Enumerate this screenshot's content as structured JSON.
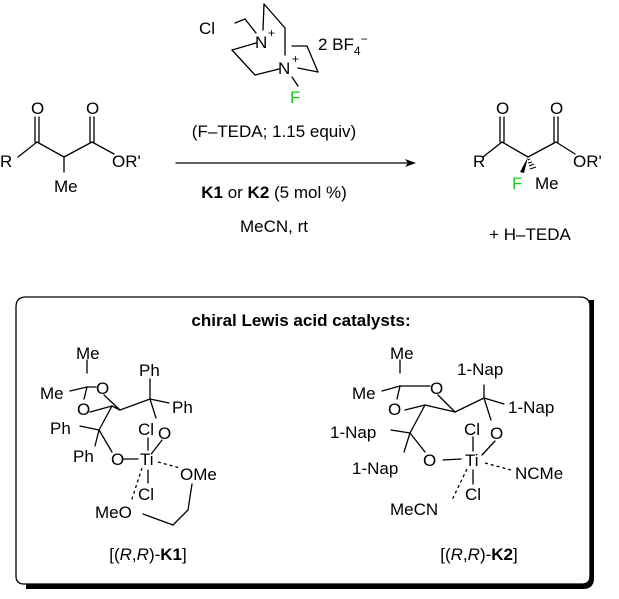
{
  "reagent": {
    "cl": "Cl",
    "n_top": "N",
    "n_top_charge": "+",
    "n_bottom": "N",
    "n_bottom_charge": "+",
    "f": "F",
    "counterion_prefix": "2 BF",
    "counterion_sub": "4",
    "counterion_charge": "−",
    "label": "(F–TEDA; 1.15 equiv)"
  },
  "conditions": {
    "catalyst_k1": "K1",
    "catalyst_or": " or ",
    "catalyst_k2": "K2",
    "catalyst_loading": " (5 mol %)",
    "solvent_temp": "MeCN, rt"
  },
  "substrate": {
    "r": "R",
    "o_ketone": "O",
    "o_ester": "O",
    "or": "OR'",
    "me": "Me"
  },
  "product": {
    "r": "R",
    "o_ketone": "O",
    "o_ester": "O",
    "or": "OR'",
    "f": "F",
    "me": "Me",
    "byproduct": "+ H–TEDA"
  },
  "catalyst_box": {
    "title": "chiral Lewis acid catalysts:",
    "k1": {
      "me1": "Me",
      "me2": "Me",
      "o_ring1": "O",
      "o_ring2": "O",
      "ph_tr1": "Ph",
      "ph_tr2": "Ph",
      "ph_l1": "Ph",
      "ph_l2": "Ph",
      "cl_top": "Cl",
      "o_right": "O",
      "o_left": "O",
      "ti": "Ti",
      "ome": "OMe",
      "cl_bottom": "Cl",
      "meo": "MeO",
      "label_open": "[(",
      "label_r1": "R",
      "label_comma": ",",
      "label_r2": "R",
      "label_close": ")-",
      "label_bold": "K1",
      "label_end": "]"
    },
    "k2": {
      "me1": "Me",
      "me2": "Me",
      "o_ring1": "O",
      "o_ring2": "O",
      "nap_tr1": "1-Nap",
      "nap_tr2": "1-Nap",
      "nap_l1": "1-Nap",
      "nap_l2": "1-Nap",
      "cl_top": "Cl",
      "o_right": "O",
      "o_left": "O",
      "ti": "Ti",
      "ncme": "NCMe",
      "cl_bottom": "Cl",
      "mecn": "MeCN",
      "label_open": "[(",
      "label_r1": "R",
      "label_comma": ",",
      "label_r2": "R",
      "label_close": ")-",
      "label_bold": "K2",
      "label_end": "]"
    }
  },
  "colors": {
    "fluorine": "#17c917",
    "text": "#000000"
  }
}
